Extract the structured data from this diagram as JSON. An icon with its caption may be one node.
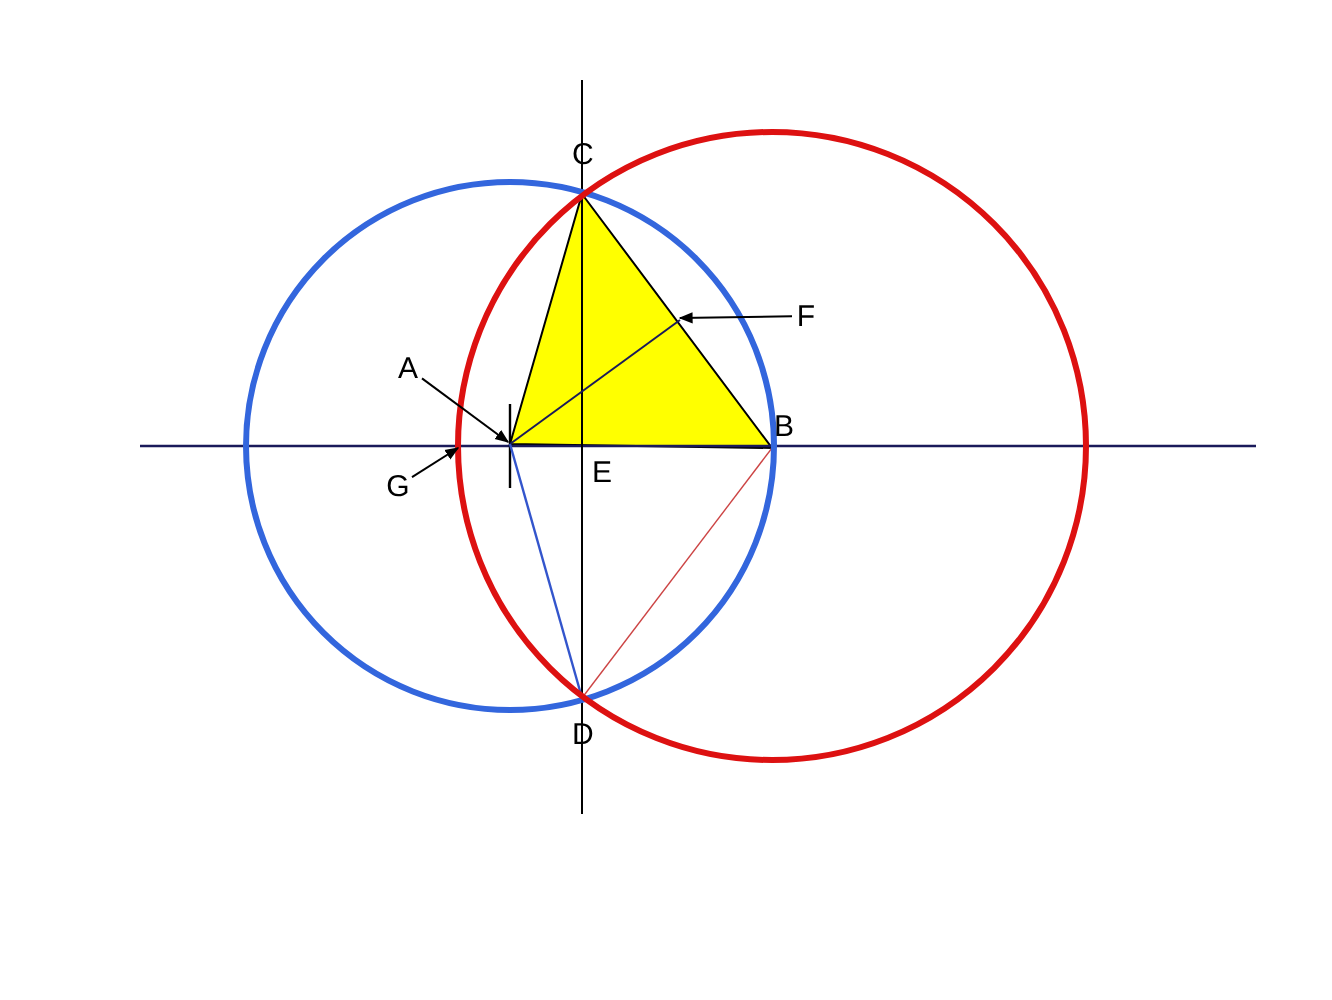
{
  "diagram": {
    "nodes": [
      {
        "text": [
          "A"
        ]
      },
      {
        "text": [
          "F"
        ]
      },
      {
        "text": [
          "G"
        ]
      }
    ],
    "edges": [
      {
        "from": 0,
        "to": null,
        "arrow": "to"
      },
      {
        "from": 1,
        "to": null,
        "arrow": "to"
      },
      {
        "from": 2,
        "to": null,
        "arrow": "to"
      }
    ],
    "labels": [
      "C",
      "B",
      "E",
      "D"
    ]
  }
}
